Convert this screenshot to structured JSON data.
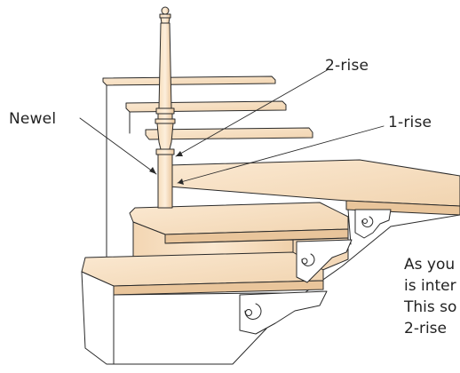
{
  "labels": {
    "newel": "Newel",
    "two_rise": "2-rise",
    "one_rise": "1-rise"
  },
  "caption": [
    "As you",
    "is inter",
    "This so",
    "2-rise"
  ],
  "colors": {
    "wood": "#f6dfc1",
    "wood_shade": "#edc9a0",
    "wood_dark": "#d9ad80",
    "stringer": "#ffffff",
    "outline": "#2a2a2a"
  }
}
